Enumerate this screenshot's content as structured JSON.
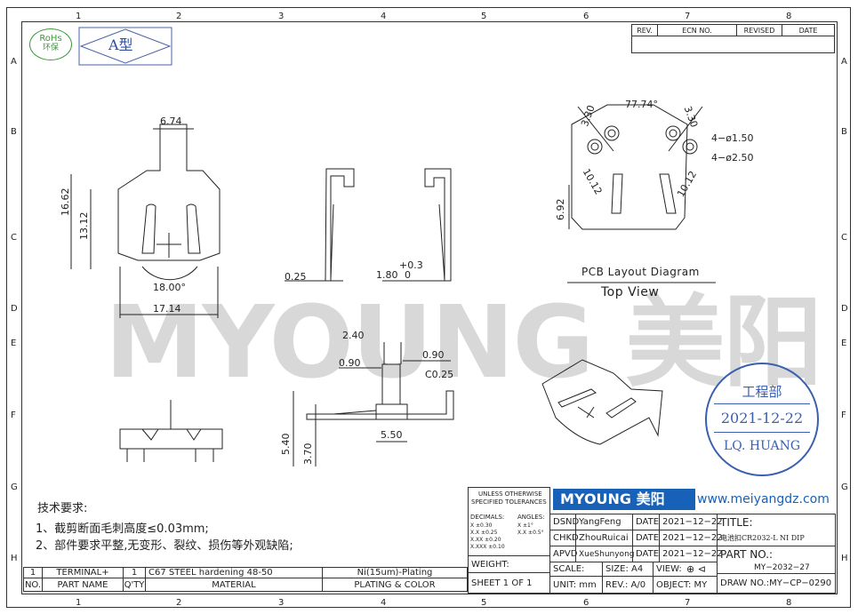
{
  "columns": [
    "1",
    "2",
    "3",
    "4",
    "5",
    "6",
    "7",
    "8"
  ],
  "rows": [
    "A",
    "B",
    "C",
    "D",
    "E",
    "F",
    "G",
    "H"
  ],
  "badges": {
    "rohs_en": "RoHs",
    "rohs_cn": "环保",
    "type": "A型"
  },
  "revision_header": {
    "rev": "REV.",
    "ecn": "ECN NO.",
    "revised": "REVISED",
    "date": "DATE"
  },
  "dims": {
    "d674": "6.74",
    "d1662": "16.62",
    "d1312": "13.12",
    "d1800": "18.00°",
    "d1714": "17.14",
    "d025": "0.25",
    "d180": "1.80",
    "d03p": "+0.3",
    "d03z": "0",
    "d7774": "77.74°",
    "d330a": "3.30",
    "d330b": "3.30",
    "hole1": "4−ø1.50",
    "hole2": "4−ø2.50",
    "d1012a": "10.12",
    "d1012b": "10.12",
    "d692": "6.92",
    "d240": "2.40",
    "d090a": "0.90",
    "d090b": "0.90",
    "c025": "C0.25",
    "d540": "5.40",
    "d370": "3.70",
    "d550": "5.50"
  },
  "pcb": {
    "title": "PCB Layout Diagram",
    "view": "Top View"
  },
  "watermark": "MYOUNG 美阳",
  "stamp": {
    "dept": "工程部",
    "date": "2021-12-22",
    "name": "LQ. HUANG"
  },
  "tech": {
    "title": "技术要求:",
    "item1": "1、截剪断面毛刺高度≤0.03mm;",
    "item2": "2、部件要求平整,无变形、裂纹、损伤等外观缺陷;"
  },
  "bom": {
    "row": {
      "no": "1",
      "part": "TERMINAL+",
      "qty": "1",
      "material": "C67 STEEL hardening 48-50",
      "plating": "Ni(15um)-Plating"
    },
    "head": {
      "no": "NO.",
      "part": "PART NAME",
      "qty": "Q'TY",
      "material": "MATERIAL",
      "plating": "PLATING & COLOR"
    }
  },
  "tolerances": {
    "title1": "UNLESS OTHERWISE",
    "title2": "SPECIFIED TOLERANCES",
    "decimals": "DECIMALS:",
    "angles": "ANGLES:",
    "l1": "X        ±0.30",
    "l2": "X.X      ±0.25",
    "l3": "X.XX     ±0.20",
    "l4": "X.XXX    ±0.10",
    "a1": "X    ±1°",
    "a2": "X.X  ±0.5°"
  },
  "titleblock": {
    "logo": "MYOUNG 美阳",
    "url": "www.meiyangdz.com",
    "dsnd": "DSND",
    "dsnd_name": "YangFeng",
    "chkd": "CHKD",
    "chkd_name": "ZhouRuicai",
    "apvd": "APVD",
    "apvd_name": "XueShunyong",
    "date_label": "DATE",
    "date_val": "2021−12−22",
    "title_label": "TITLE:",
    "title_val": "电池扣CR2032-L NI DIP",
    "part_label": "PART NO.:",
    "part_val": "MY−2032−27",
    "weight": "WEIGHT:",
    "sheet": "SHEET 1 OF 1",
    "scale": "SCALE:",
    "size": "SIZE: A4",
    "view": "VIEW:",
    "unit": "UNIT: mm",
    "rev": "REV.: A/0",
    "object": "OBJECT: MY",
    "draw": "DRAW NO.:MY−CP−0290"
  }
}
